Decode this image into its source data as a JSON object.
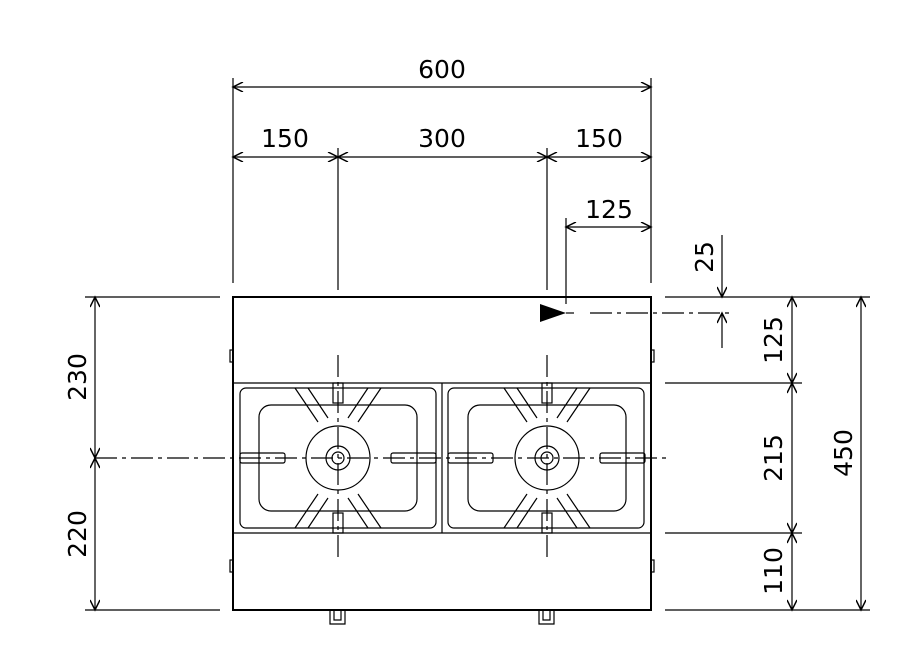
{
  "dimensions": {
    "overall_width": "600",
    "left_offset": "150",
    "burner_spacing": "300",
    "right_offset": "150",
    "valve_offset": "125",
    "valve_height": "25",
    "left_top": "230",
    "left_bottom": "220",
    "right_top": "125",
    "right_middle": "215",
    "right_bottom": "110",
    "overall_depth": "450"
  }
}
